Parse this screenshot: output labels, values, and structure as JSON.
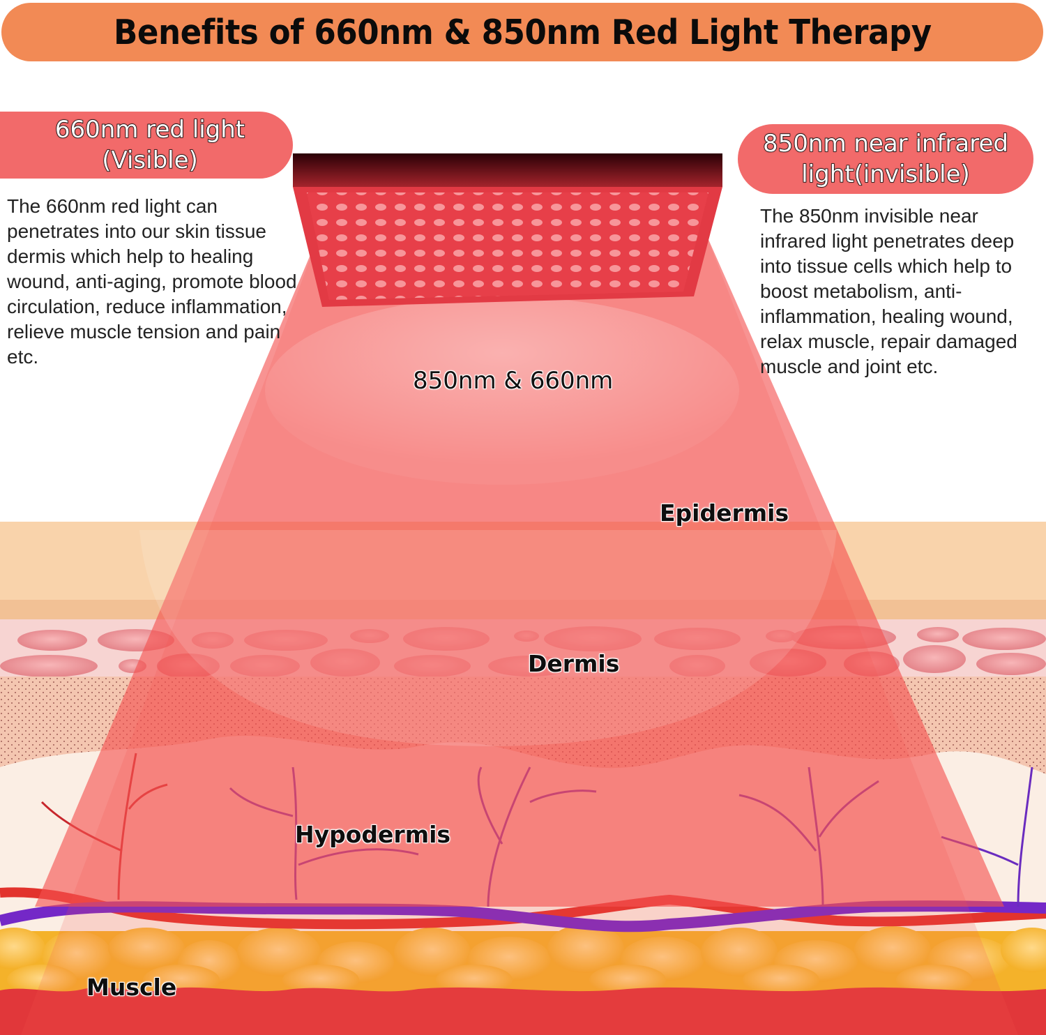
{
  "header": {
    "title": "Benefits of 660nm & 850nm Red Light Therapy"
  },
  "left_panel": {
    "label": "660nm red light (Visible)",
    "description": "The 660nm red light can penetrates into our skin tissue dermis which help to healing wound, anti-aging, promote blood circulation, reduce inflammation, relieve muscle tension and pain etc."
  },
  "right_panel": {
    "label_line1": "850nm near infrared",
    "label_line2": "light(invisible)",
    "description": "The 850nm invisible near infrared light penetrates deep into tissue cells which help to boost metabolism, anti-inflammation,  healing wound, relax muscle, repair damaged muscle and joint etc."
  },
  "diagram": {
    "beam_label": "850nm & 660nm",
    "layers": {
      "epidermis": "Epidermis",
      "dermis": "Dermis",
      "hypodermis": "Hypodermis",
      "muscle": "Muscle"
    },
    "device_icon": "led-panel-icon"
  },
  "colors": {
    "title_banner": "#f28a55",
    "pill": "#f26a6a",
    "beam": "#f4514f",
    "epidermis": "#f9d2aa",
    "dermis": "#f6c9c6",
    "fat": "#f7b623",
    "muscle": "#e2373a",
    "vein": "#7a2cc8",
    "artery": "#e23a30"
  }
}
